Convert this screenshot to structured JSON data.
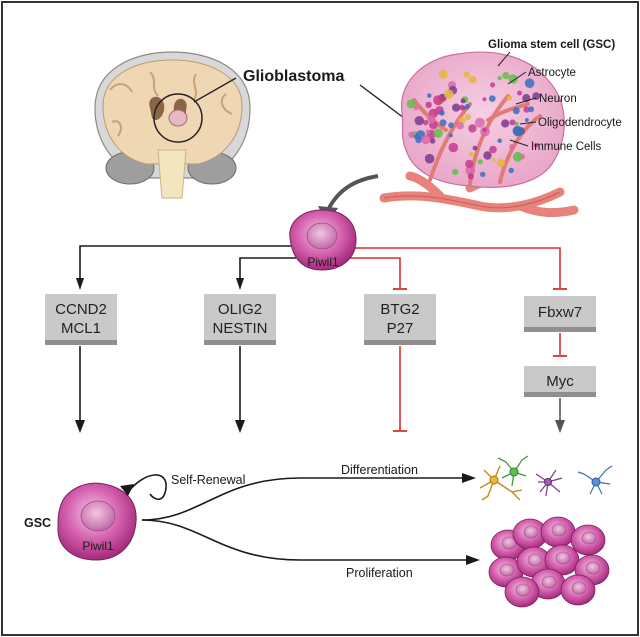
{
  "labels": {
    "glioblastoma": "Glioblastoma",
    "gsc_title": "Glioma stem cell (GSC)",
    "astrocyte": "Astrocyte",
    "neuron": "Neuron",
    "oligodendrocyte": "Oligodendrocyte",
    "immune_cells": "Immune Cells",
    "piwil1_top": "Piwil1",
    "piwil1_bottom": "Piwil1",
    "gsc": "GSC",
    "self_renewal": "Self-Renewal",
    "differentiation": "Differentiation",
    "proliferation": "Proliferation"
  },
  "boxes": {
    "box1": [
      "CCND2",
      "MCL1"
    ],
    "box2": [
      "OLIG2",
      "NESTIN"
    ],
    "box3": [
      "BTG2",
      "P27"
    ],
    "box4": [
      "Fbxw7"
    ],
    "box5": [
      "Myc"
    ]
  },
  "colors": {
    "activation": "#1a1a1a",
    "inhibition": "#d6312f",
    "box_fill": "#c9c9c9",
    "box_shadow": "#8f8f8f",
    "cell_pink": "#c0398f",
    "cell_light": "#e48cc8",
    "vessel": "#e8837c",
    "border": "#333333"
  }
}
